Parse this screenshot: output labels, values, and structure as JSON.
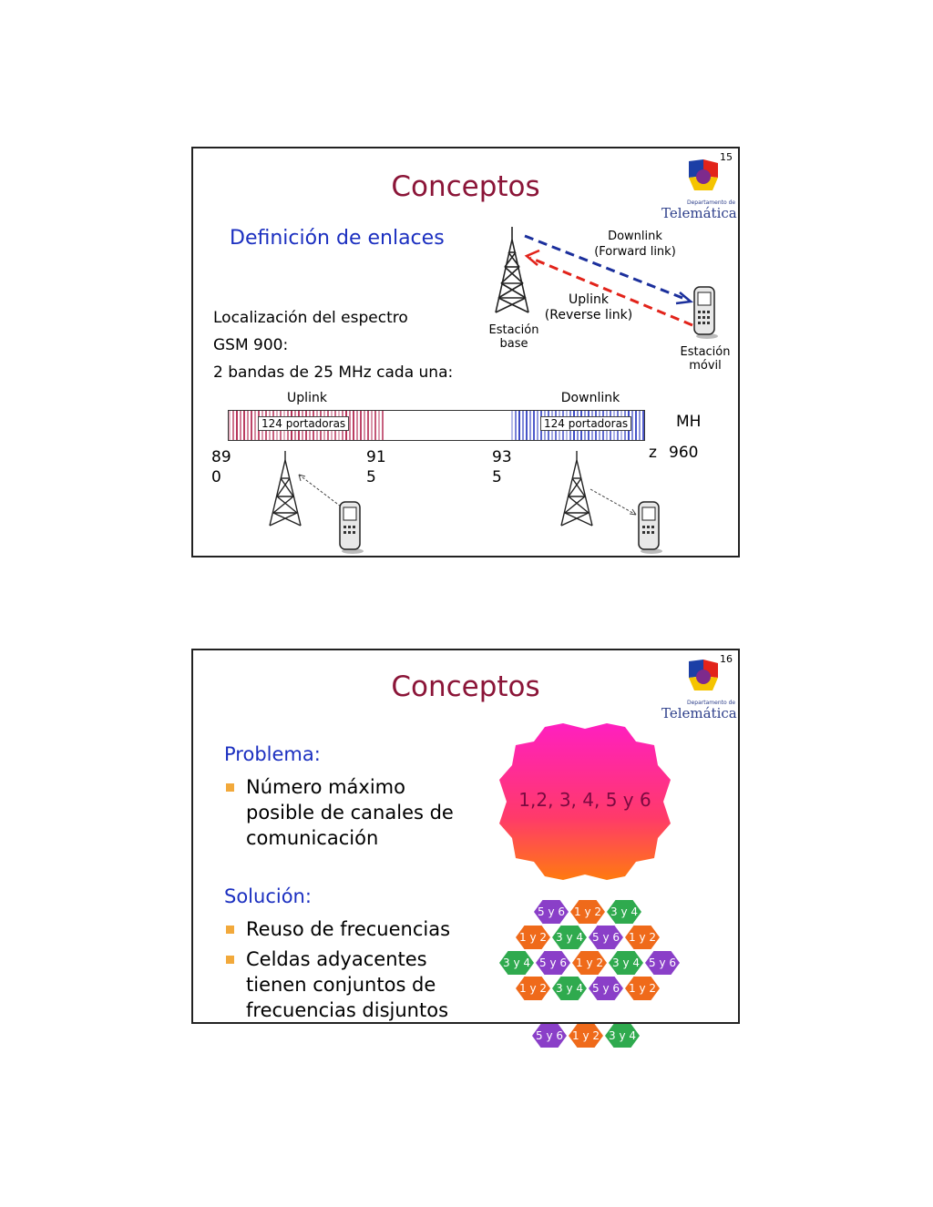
{
  "slide1": {
    "number": "15",
    "title": "Conceptos",
    "logo": {
      "small": "Departamento de",
      "name": "Telemática"
    },
    "subtitle": "Definición de enlaces",
    "spectrum": {
      "line1": "Localización del espectro",
      "line2": "GSM 900:",
      "line3": "2 bandas de 25 MHz cada una:"
    },
    "diagram": {
      "downlink": "Downlink",
      "forward": "(Forward link)",
      "uplink": "Uplink",
      "reverse": "(Reverse link)",
      "base1": "Estación",
      "base2": "base",
      "mobile1": "Estación",
      "mobile2": "móvil"
    },
    "band": {
      "uplink_label": "Uplink",
      "downlink_label": "Downlink",
      "carriers_uplink": "124 portadoras",
      "carriers_downlink": "124 portadoras",
      "unit_top": "MH",
      "unit_bottom": "z",
      "f890_a": "89",
      "f890_b": "0",
      "f915_a": "91",
      "f915_b": "5",
      "f935_a": "93",
      "f935_b": "5",
      "f960": "960",
      "uplink_color": "#b0204a",
      "downlink_color": "#2b39c0"
    }
  },
  "slide2": {
    "number": "16",
    "title": "Conceptos",
    "logo": {
      "small": "Departamento de",
      "name": "Telemática"
    },
    "problem_heading": "Problema:",
    "problem_bullets": [
      [
        "Número máximo",
        "posible de canales de",
        "comunicación"
      ]
    ],
    "solution_heading": "Solución:",
    "solution_bullets": [
      [
        "Reuso de frecuencias"
      ],
      [
        "Celdas adyacentes",
        "tienen conjuntos de",
        "frecuencias disjuntos"
      ]
    ],
    "big_cell_label": "1,2, 3, 4, 5 y 6",
    "cells": [
      [
        "5 y 6",
        "1 y 2",
        "3 y 4"
      ],
      [
        "1 y 2",
        "3 y 4",
        "5 y 6",
        "1 y 2"
      ],
      [
        "3 y 4",
        "5 y 6",
        "1 y 2",
        "3 y 4",
        "5 y 6"
      ],
      [
        "1 y 2",
        "3 y 4",
        "5 y 6",
        "1 y 2"
      ],
      [
        "5 y 6",
        "1 y 2",
        "3 y 4"
      ]
    ],
    "cell_colors": {
      "1 y 2": "#ef6a1a",
      "3 y 4": "#2faa4e",
      "5 y 6": "#8a3fc8"
    }
  }
}
